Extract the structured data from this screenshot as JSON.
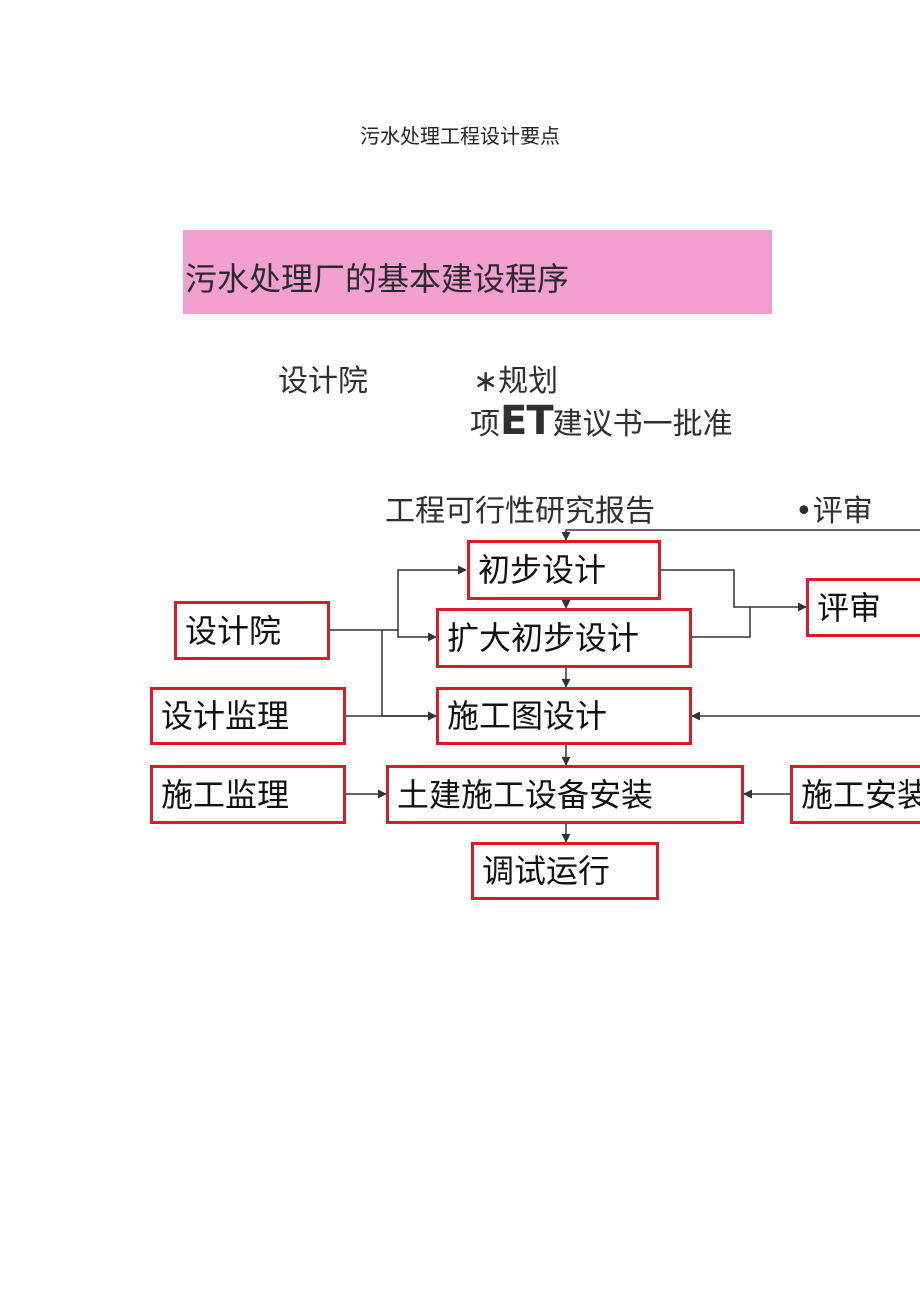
{
  "page": {
    "title": "污水处理工程设计要点"
  },
  "banner": {
    "text": "污水处理厂的基本建设程序"
  },
  "steps": {
    "design_institute": "设计院",
    "planning": "∗规划",
    "proposal_prefix": "项",
    "proposal_et": "ET",
    "proposal_suffix": "建议书一批准",
    "feasibility": "工程可行性研究报告",
    "review": "•评审"
  },
  "flowchart": {
    "left": {
      "design_institute": "设计院",
      "design_supervision": "设计监理",
      "construction_supervision": "施工监理"
    },
    "center": {
      "preliminary_design": "初步设计",
      "extended_preliminary_design": "扩大初步设计",
      "construction_drawing_design": "施工图设计",
      "construction_installation": "土建施工设备安装",
      "commissioning": "调试运行"
    },
    "right": {
      "review": "评审",
      "construction_install_unit": "施工安装"
    }
  },
  "colors": {
    "banner": "#f2a0cf",
    "box_border": "#dd1a2a",
    "line": "#333333"
  }
}
